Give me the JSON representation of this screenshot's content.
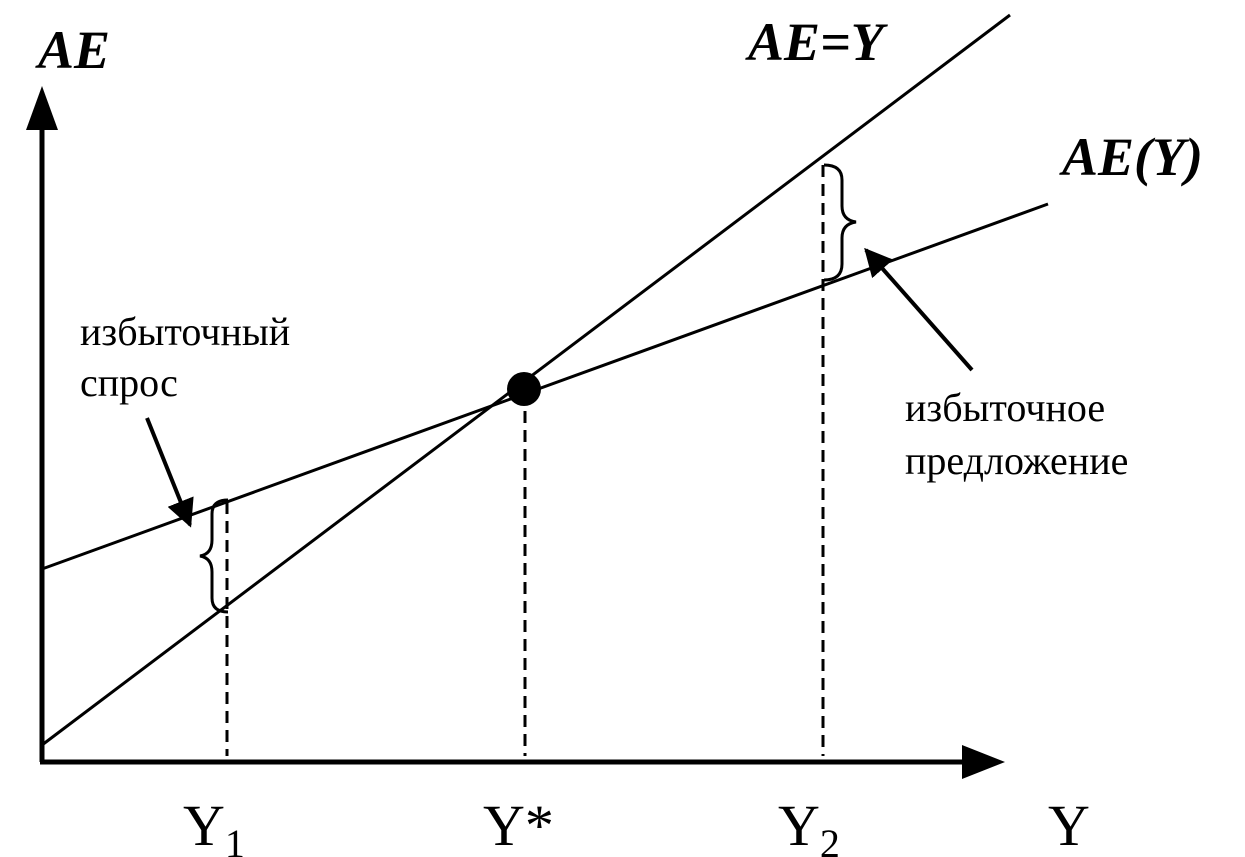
{
  "labels": {
    "y_axis": "AE",
    "x_axis": "Y",
    "line_45": "AE=Y",
    "line_ae": "AE(Y)",
    "tick_y1": "Y",
    "tick_y1_sub": "1",
    "tick_ystar": "Y*",
    "tick_y2": "Y",
    "tick_y2_sub": "2",
    "excess_demand_1": "избыточный",
    "excess_demand_2": "спрос",
    "excess_supply_1": "избыточное",
    "excess_supply_2": "предложение"
  },
  "colors": {
    "ink": "#000000",
    "background": "#ffffff"
  },
  "icons": {
    "equilibrium": "filled-circle",
    "gap": "curly-brace",
    "pointer": "arrow"
  }
}
